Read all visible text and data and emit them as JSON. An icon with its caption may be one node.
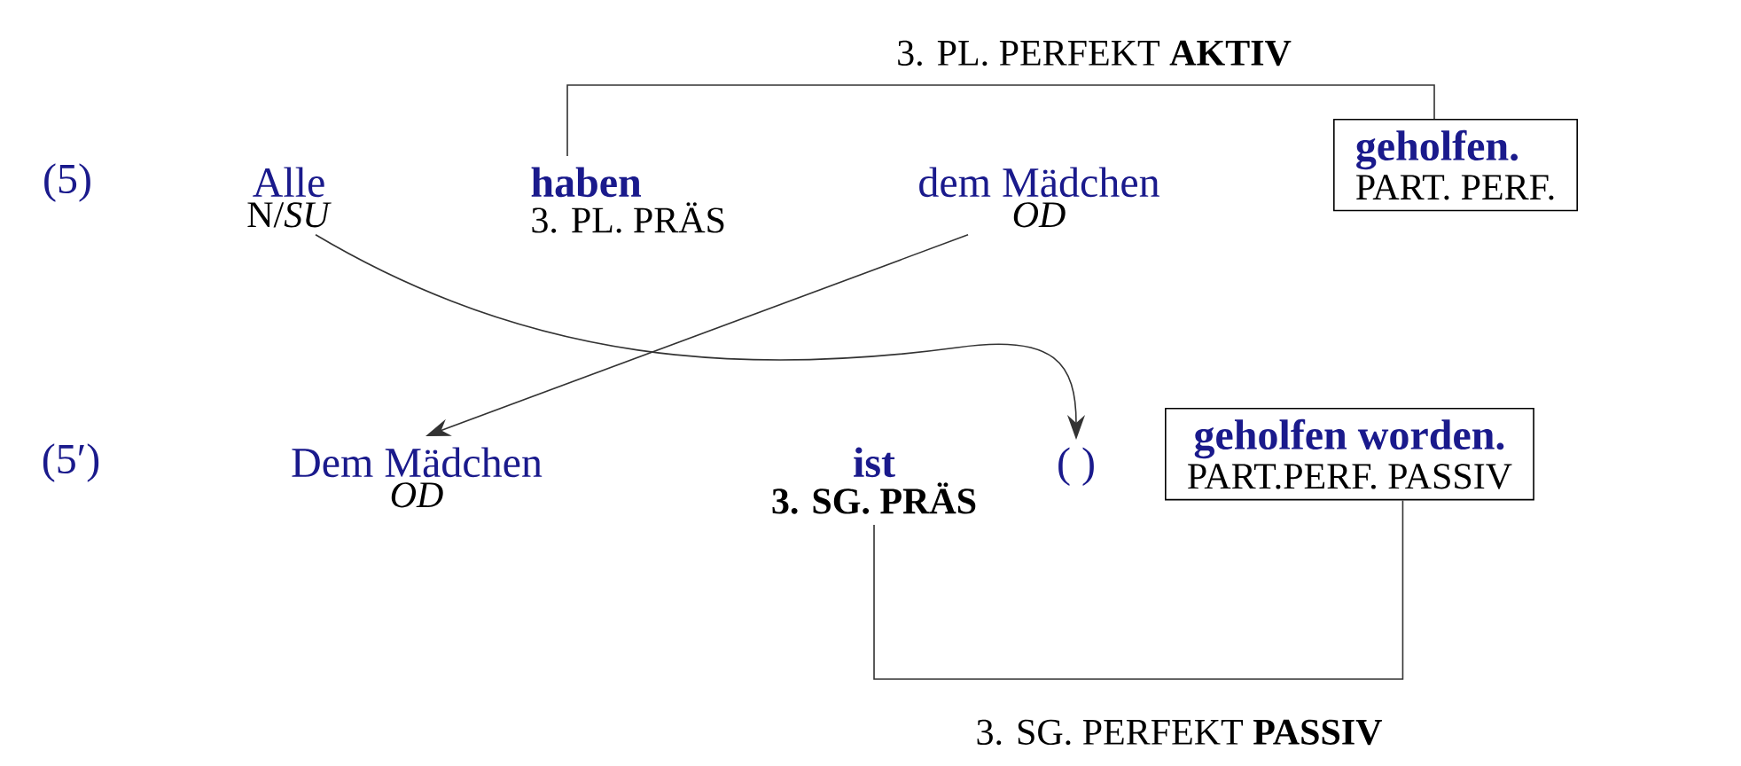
{
  "diagram": {
    "nodes": [
      {
        "text": [
          "Alle",
          "N/*SU*"
        ]
      },
      {
        "text": [
          "haben",
          "3. PL. PRÄS"
        ]
      },
      {
        "text": [
          "dem Mädchen",
          "OD"
        ]
      },
      {
        "text": [
          "geholfen.",
          "PART. PERF."
        ]
      },
      {
        "text": [
          "Dem Mädchen",
          "OD"
        ]
      },
      {
        "text": [
          "ist",
          "3. SG. PRÄS"
        ]
      },
      {
        "text": [
          "( )"
        ]
      },
      {
        "text": [
          "geholfen worden.",
          "PART.PERF. PASSIV"
        ]
      }
    ],
    "edges": [
      {
        "from": 1,
        "to": 3,
        "arrow": "none",
        "label": "3. PL. PERFEKT **AKTIV**"
      },
      {
        "from": 0,
        "to": 6,
        "arrow": "to"
      },
      {
        "from": 2,
        "to": 4,
        "arrow": "to"
      },
      {
        "from": 5,
        "to": 7,
        "arrow": "none",
        "label": "3. SG. PERFEKT **PASSIV**"
      }
    ],
    "labels": [
      "(5)",
      "(5′)"
    ]
  }
}
